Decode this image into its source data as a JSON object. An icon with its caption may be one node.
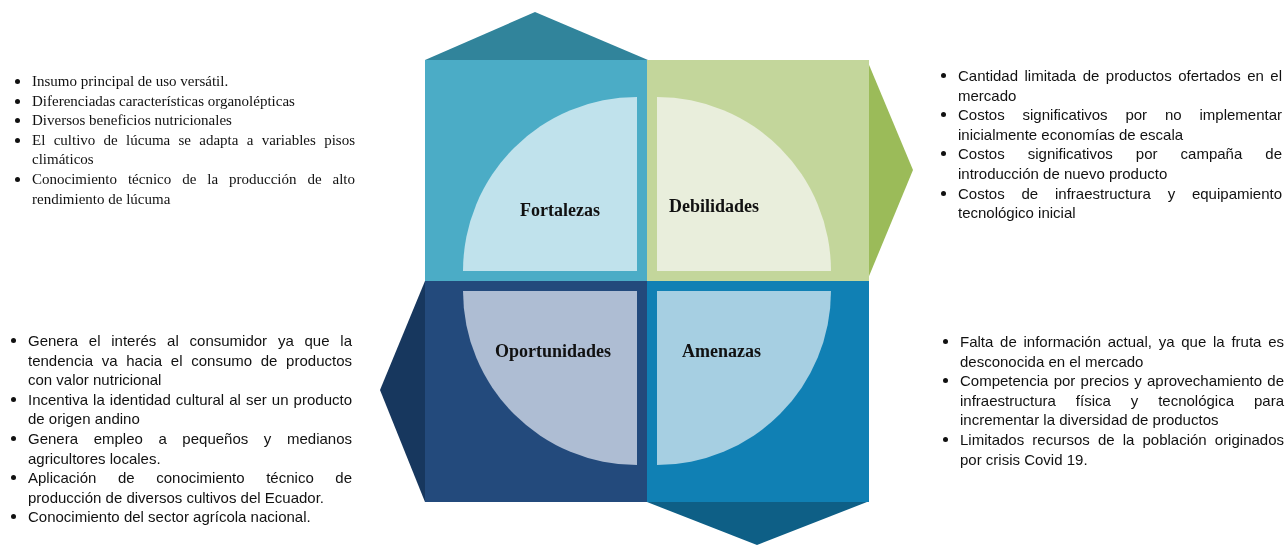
{
  "diagram": {
    "nodes": [
      {
        "text": [
          "Fortalezas"
        ],
        "beside": [
          "Insumo principal de uso versátil.",
          "Diferenciadas características organolépticas",
          "Diversos beneficios nutricionales",
          "El cultivo de lúcuma se adapta a variables pisos climáticos",
          "Conocimiento técnico de la producción de alto rendimiento de lúcuma"
        ]
      },
      {
        "text": [
          "Debilidades"
        ],
        "beside": [
          "Cantidad limitada de productos ofertados en el mercado",
          "Costos significativos por no implementar inicialmente economías de escala",
          "Costos significativos por campaña de introducción de nuevo producto",
          "Costos de infraestructura y equipamiento tecnológico inicial"
        ]
      },
      {
        "text": [
          "Oportunidades"
        ],
        "beside": [
          "Genera el interés al consumidor ya que la tendencia va hacia el consumo de productos con valor nutricional",
          "Incentiva la identidad cultural al ser un producto de origen andino",
          "Genera empleo a pequeños y medianos agricultores locales.",
          "Aplicación de conocimiento técnico de producción de diversos cultivos del Ecuador.",
          "Conocimiento del sector agrícola nacional."
        ]
      },
      {
        "text": [
          "Amenazas"
        ],
        "beside": [
          "Falta de información actual, ya que la fruta es desconocida en el mercado",
          "Competencia por precios y aprovechamiento de infraestructura física y tecnológica para incrementar la diversidad de productos",
          "Limitados recursos de la población originados por crisis Covid 19."
        ]
      }
    ],
    "edges": []
  }
}
